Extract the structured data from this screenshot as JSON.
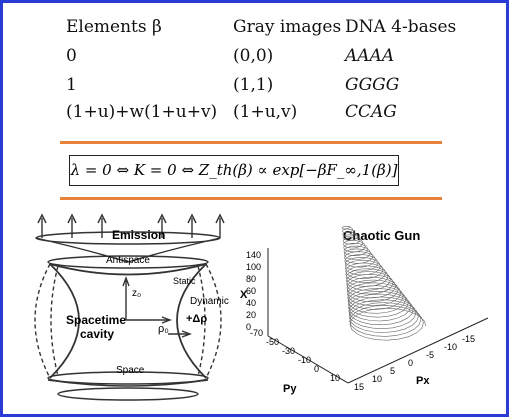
{
  "table": {
    "headers": [
      "Elements β",
      "Gray images",
      "DNA 4-bases"
    ],
    "rows": [
      [
        "0",
        "(0,0)",
        "AAAA"
      ],
      [
        "1",
        "(1,1)",
        "GGGG"
      ],
      [
        "(1+u)+w(1+u+v)",
        "(1+u,v)",
        "CCAG"
      ]
    ]
  },
  "equation": "λ = 0 ⇔ K = 0 ⇔ Z_th(β) ∝ exp[−βF_∞,1(β)]",
  "cavity_diagram": {
    "emission": "Emission",
    "antispace": "Antispace",
    "static": "Static",
    "dynamic": "Dynamic",
    "z0": "z₀",
    "rho0": "ρ₀",
    "delta_rho": "+Δρ",
    "spacetime_line1": "Spacetime",
    "spacetime_line2": "cavity",
    "space": "Space"
  },
  "chaotic_plot": {
    "title": "Chaotic Gun",
    "x_axis_label": "X",
    "x_ticks": [
      "140",
      "100",
      "80",
      "60",
      "40",
      "20",
      "0"
    ],
    "py_label": "Py",
    "py_ticks": [
      "-70",
      "-50",
      "-30",
      "-10",
      "0",
      "10"
    ],
    "px_label": "Px",
    "px_ticks": [
      "15",
      "10",
      "5",
      "0",
      "-5",
      "-10",
      "-15"
    ]
  }
}
